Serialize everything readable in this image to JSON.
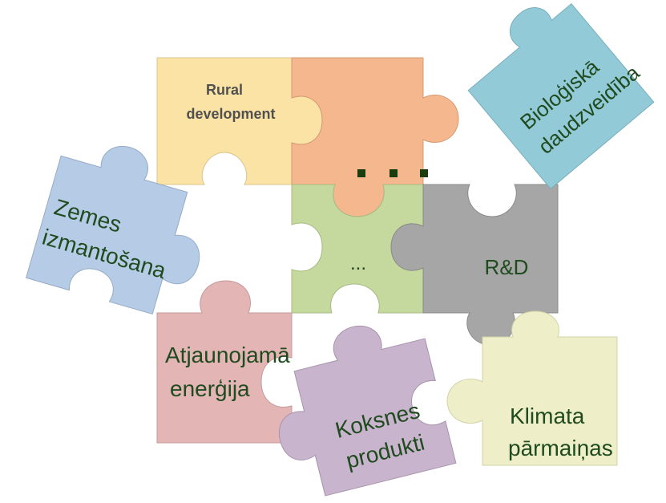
{
  "pieces": {
    "rural": {
      "label": "Rural development",
      "fill": "#fbe3a5"
    },
    "orange": {
      "fill": "#f5b78d"
    },
    "bio": {
      "label_line1": "Bioloģiskā",
      "label_line2": "daudzveidība",
      "fill": "#92cad8"
    },
    "zemes": {
      "label_line1": "Zemes",
      "label_line2": "izmantošana",
      "fill": "#b6cbe5"
    },
    "green": {
      "label": "...",
      "fill": "#c5d99e"
    },
    "rd": {
      "label": "R&D",
      "fill": "#a6a6a6"
    },
    "atja": {
      "label_line1": "Atjaunojamā",
      "label_line2": "enerģija",
      "fill": "#e3b5b5"
    },
    "koksnes": {
      "label_line1": "Koksnes",
      "label_line2": "produkti",
      "fill": "#c9b4cd"
    },
    "klimata": {
      "label_line1": "Klimata",
      "label_line2": "pārmaiņas",
      "fill": "#eeeec9"
    }
  },
  "ellipsis_dots_color": "#1a3d0e",
  "text_color": "#1f4b1f"
}
